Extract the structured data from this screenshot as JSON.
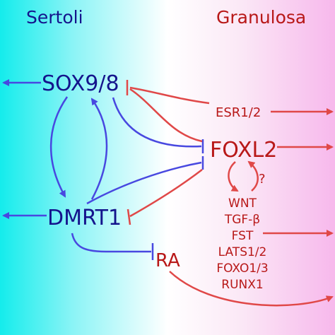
{
  "headers": {
    "left": "Sertoli",
    "right": "Granulosa"
  },
  "nodes": {
    "sox98": "SOX9/8",
    "dmrt1": "DMRT1",
    "foxl2": "FOXL2",
    "ra": "RA",
    "esr": "ESR1/2",
    "question": "?"
  },
  "targets": [
    "WNT",
    "TGF-β",
    "FST",
    "LATS1/2",
    "FOXO1/3",
    "RUNX1"
  ],
  "colors": {
    "sertoli": "#14148c",
    "granulosa": "#b81818",
    "blue_edge": "#4848e0",
    "red_edge": "#e04848"
  }
}
